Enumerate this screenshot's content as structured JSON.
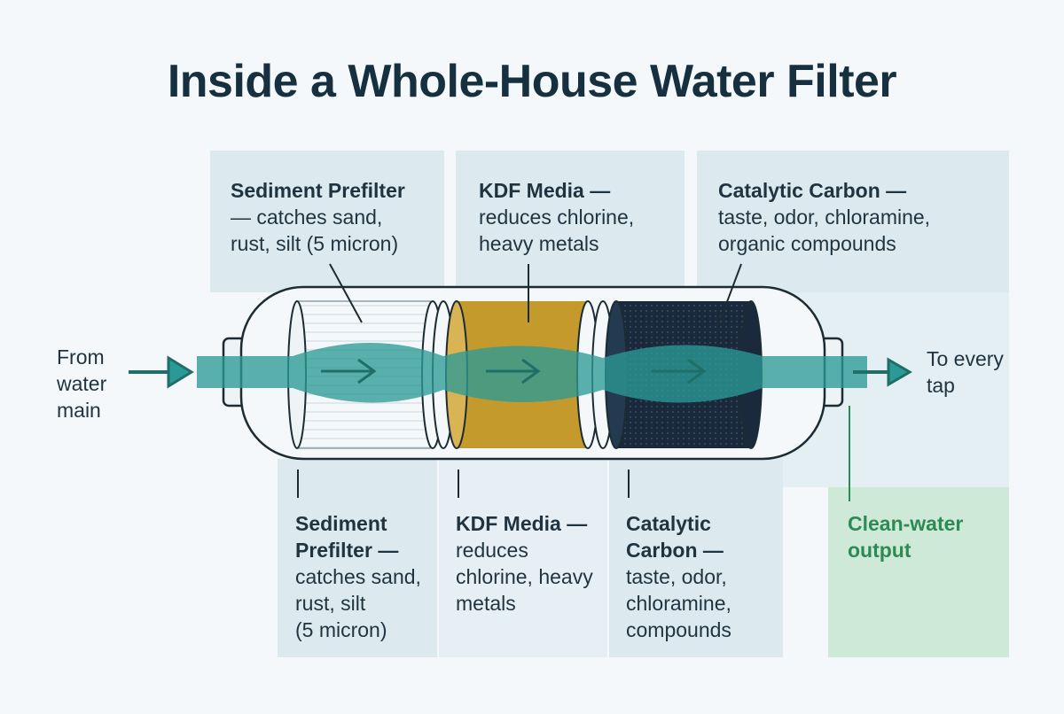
{
  "title": "Inside a Whole-House Water Filter",
  "inlet_label": [
    "From",
    "water",
    "main"
  ],
  "outlet_label": [
    "To every",
    "tap"
  ],
  "top_labels": [
    {
      "heading": "Sediment Prefilter",
      "lines": [
        "— catches sand,",
        "rust, silt (5 micron)"
      ]
    },
    {
      "heading": "KDF Media —",
      "lines": [
        "reduces chlorine,",
        "heavy metals"
      ]
    },
    {
      "heading": "Catalytic Carbon —",
      "lines": [
        "taste, odor, chloramine,",
        "organic compounds"
      ]
    }
  ],
  "bottom_labels": [
    {
      "heading": [
        "Sediment",
        "Prefilter —"
      ],
      "lines": [
        "catches sand,",
        "rust, silt",
        "(5 micron)"
      ]
    },
    {
      "heading": [
        "KDF Media —"
      ],
      "lines": [
        "reduces",
        "chlorine, heavy",
        "metals"
      ]
    },
    {
      "heading": [
        "Catalytic",
        "Carbon —"
      ],
      "lines": [
        "taste, odor,",
        "chloramine,",
        "compounds"
      ]
    }
  ],
  "output_label": [
    "Clean-water",
    "output"
  ],
  "colors": {
    "panel_blue": "#dbe9ef",
    "panel_green": "#cde9d6",
    "water": "#2b9a96",
    "arrow": "#1f6f68",
    "kdf": "#c49a2c",
    "carbon": "#1a2a3c",
    "clean_green": "#2e8a55"
  }
}
